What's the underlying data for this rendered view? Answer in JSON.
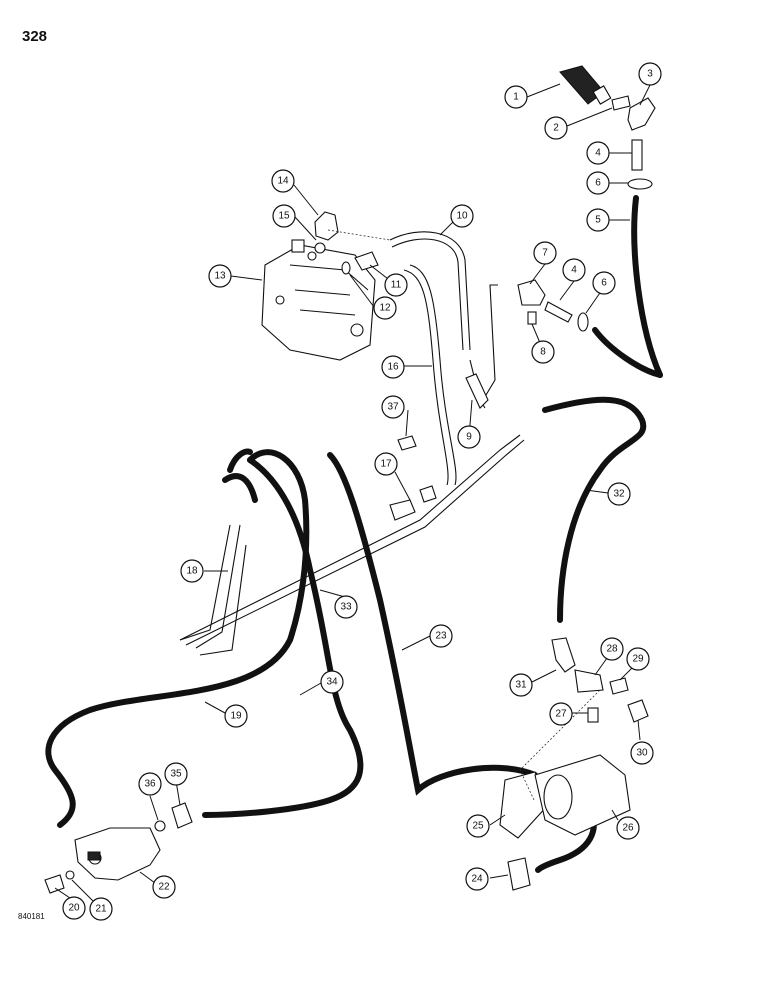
{
  "page": {
    "number": "328",
    "figure_id": "840181"
  },
  "callouts": [
    {
      "label": "1"
    },
    {
      "label": "2"
    },
    {
      "label": "3"
    },
    {
      "label": "4"
    },
    {
      "label": "6"
    },
    {
      "label": "5"
    },
    {
      "label": "7"
    },
    {
      "label": "4"
    },
    {
      "label": "6"
    },
    {
      "label": "8"
    },
    {
      "label": "9"
    },
    {
      "label": "10"
    },
    {
      "label": "11"
    },
    {
      "label": "12"
    },
    {
      "label": "13"
    },
    {
      "label": "14"
    },
    {
      "label": "15"
    },
    {
      "label": "16"
    },
    {
      "label": "37"
    },
    {
      "label": "17"
    },
    {
      "label": "18"
    },
    {
      "label": "33"
    },
    {
      "label": "32"
    },
    {
      "label": "23"
    },
    {
      "label": "34"
    },
    {
      "label": "19"
    },
    {
      "label": "31"
    },
    {
      "label": "28"
    },
    {
      "label": "29"
    },
    {
      "label": "27"
    },
    {
      "label": "30"
    },
    {
      "label": "36"
    },
    {
      "label": "35"
    },
    {
      "label": "25"
    },
    {
      "label": "26"
    },
    {
      "label": "22"
    },
    {
      "label": "24"
    },
    {
      "label": "20"
    },
    {
      "label": "21"
    }
  ]
}
